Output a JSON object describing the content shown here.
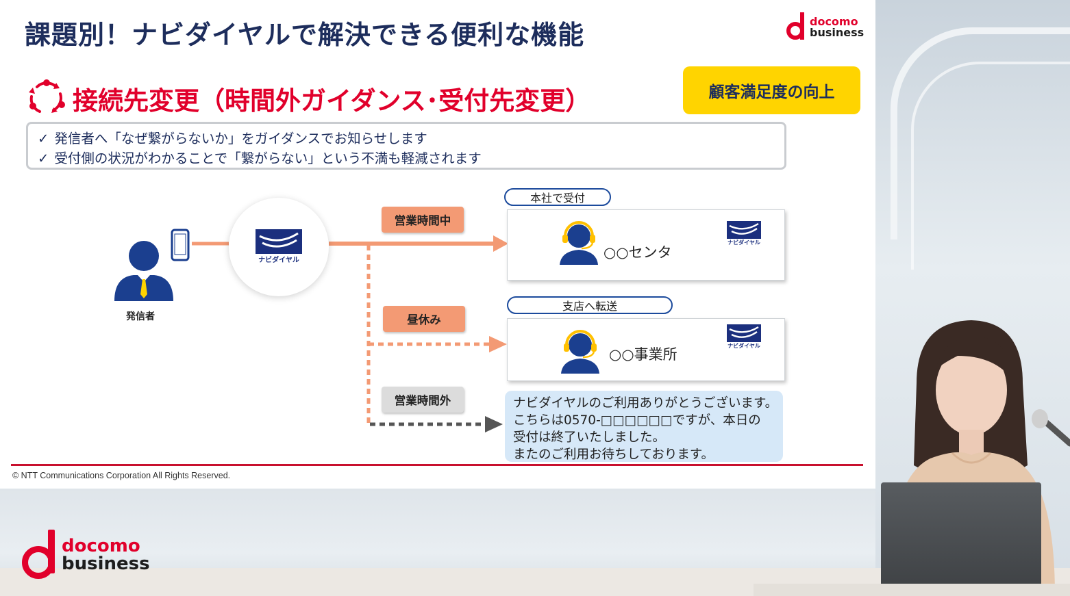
{
  "slide": {
    "title": "課題別！ナビダイヤルで解決できる便利な機能",
    "brand": {
      "line1": "docomo",
      "line2": "business"
    },
    "section_title": "接続先変更（時間外ガイダンス･受付先変更）",
    "badge": "顧客満足度の向上",
    "points": [
      "発信者へ「なぜ繋がらないか」をガイダンスでお知らせします",
      "受付側の状況がわかることで「繋がらない」という不満も軽減されます"
    ],
    "check_mark": "✓",
    "caller_label": "発信者",
    "hub_logo_text": "ナビダイヤル",
    "routes": {
      "business_hours": "営業時間中",
      "lunch": "昼休み",
      "after_hours": "営業時間外"
    },
    "destinations": {
      "hq_pill": "本社で受付",
      "hq_name": "○○センタ",
      "branch_pill": "支店へ転送",
      "branch_name": "○○事業所",
      "mini_logo_text": "ナビダイヤル"
    },
    "guidance_message": [
      "ナビダイヤルのご利用ありがとうございます。",
      "こちらは0570-□□□□□□ですが、本日の",
      "受付は終了いたしました。",
      "またのご利用お待ちしております。"
    ],
    "copyright": "© NTT Communications Corporation All Rights Reserved."
  },
  "stream_brand": {
    "line1": "docomo",
    "line2": "business"
  },
  "colors": {
    "navy": "#1d2d5c",
    "brand_red": "#e1002b",
    "badge_yellow": "#ffd400",
    "route_orange": "#f39a74",
    "message_blue": "#d6e8f8",
    "gray_tag": "#dcdcdc"
  },
  "icons": [
    "cycle-arrows-icon",
    "person-icon",
    "smartphone-icon",
    "operator-headset-icon",
    "navi-dial-logo"
  ]
}
